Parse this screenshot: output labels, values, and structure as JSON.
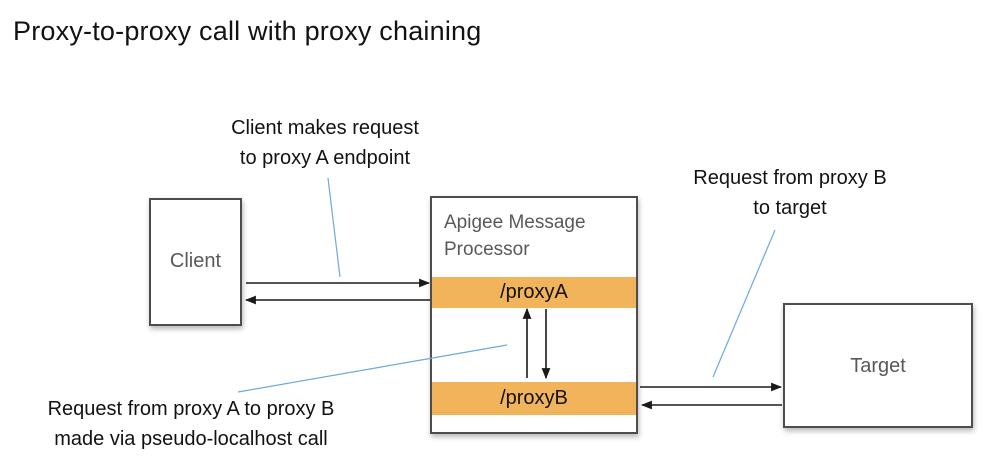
{
  "title": "Proxy-to-proxy call with proxy chaining",
  "annotations": {
    "client_request": {
      "line1": "Client makes request",
      "line2": "to proxy A endpoint"
    },
    "target_request": {
      "line1": "Request from proxy B",
      "line2": "to target"
    },
    "chain_request": {
      "line1": "Request from proxy A to proxy B",
      "line2": "made via pseudo-localhost call"
    }
  },
  "boxes": {
    "client": {
      "label": "Client"
    },
    "message_processor": {
      "title": "Apigee Message Processor",
      "proxy_a_label": "/proxyA",
      "proxy_b_label": "/proxyB"
    },
    "target": {
      "label": "Target"
    }
  },
  "colors": {
    "proxy_bar": "#F2B45A",
    "leader_line": "#6FA8DC",
    "box_border": "#4D4D4D",
    "muted_text": "#595959",
    "arrow": "#1A1A1A"
  }
}
